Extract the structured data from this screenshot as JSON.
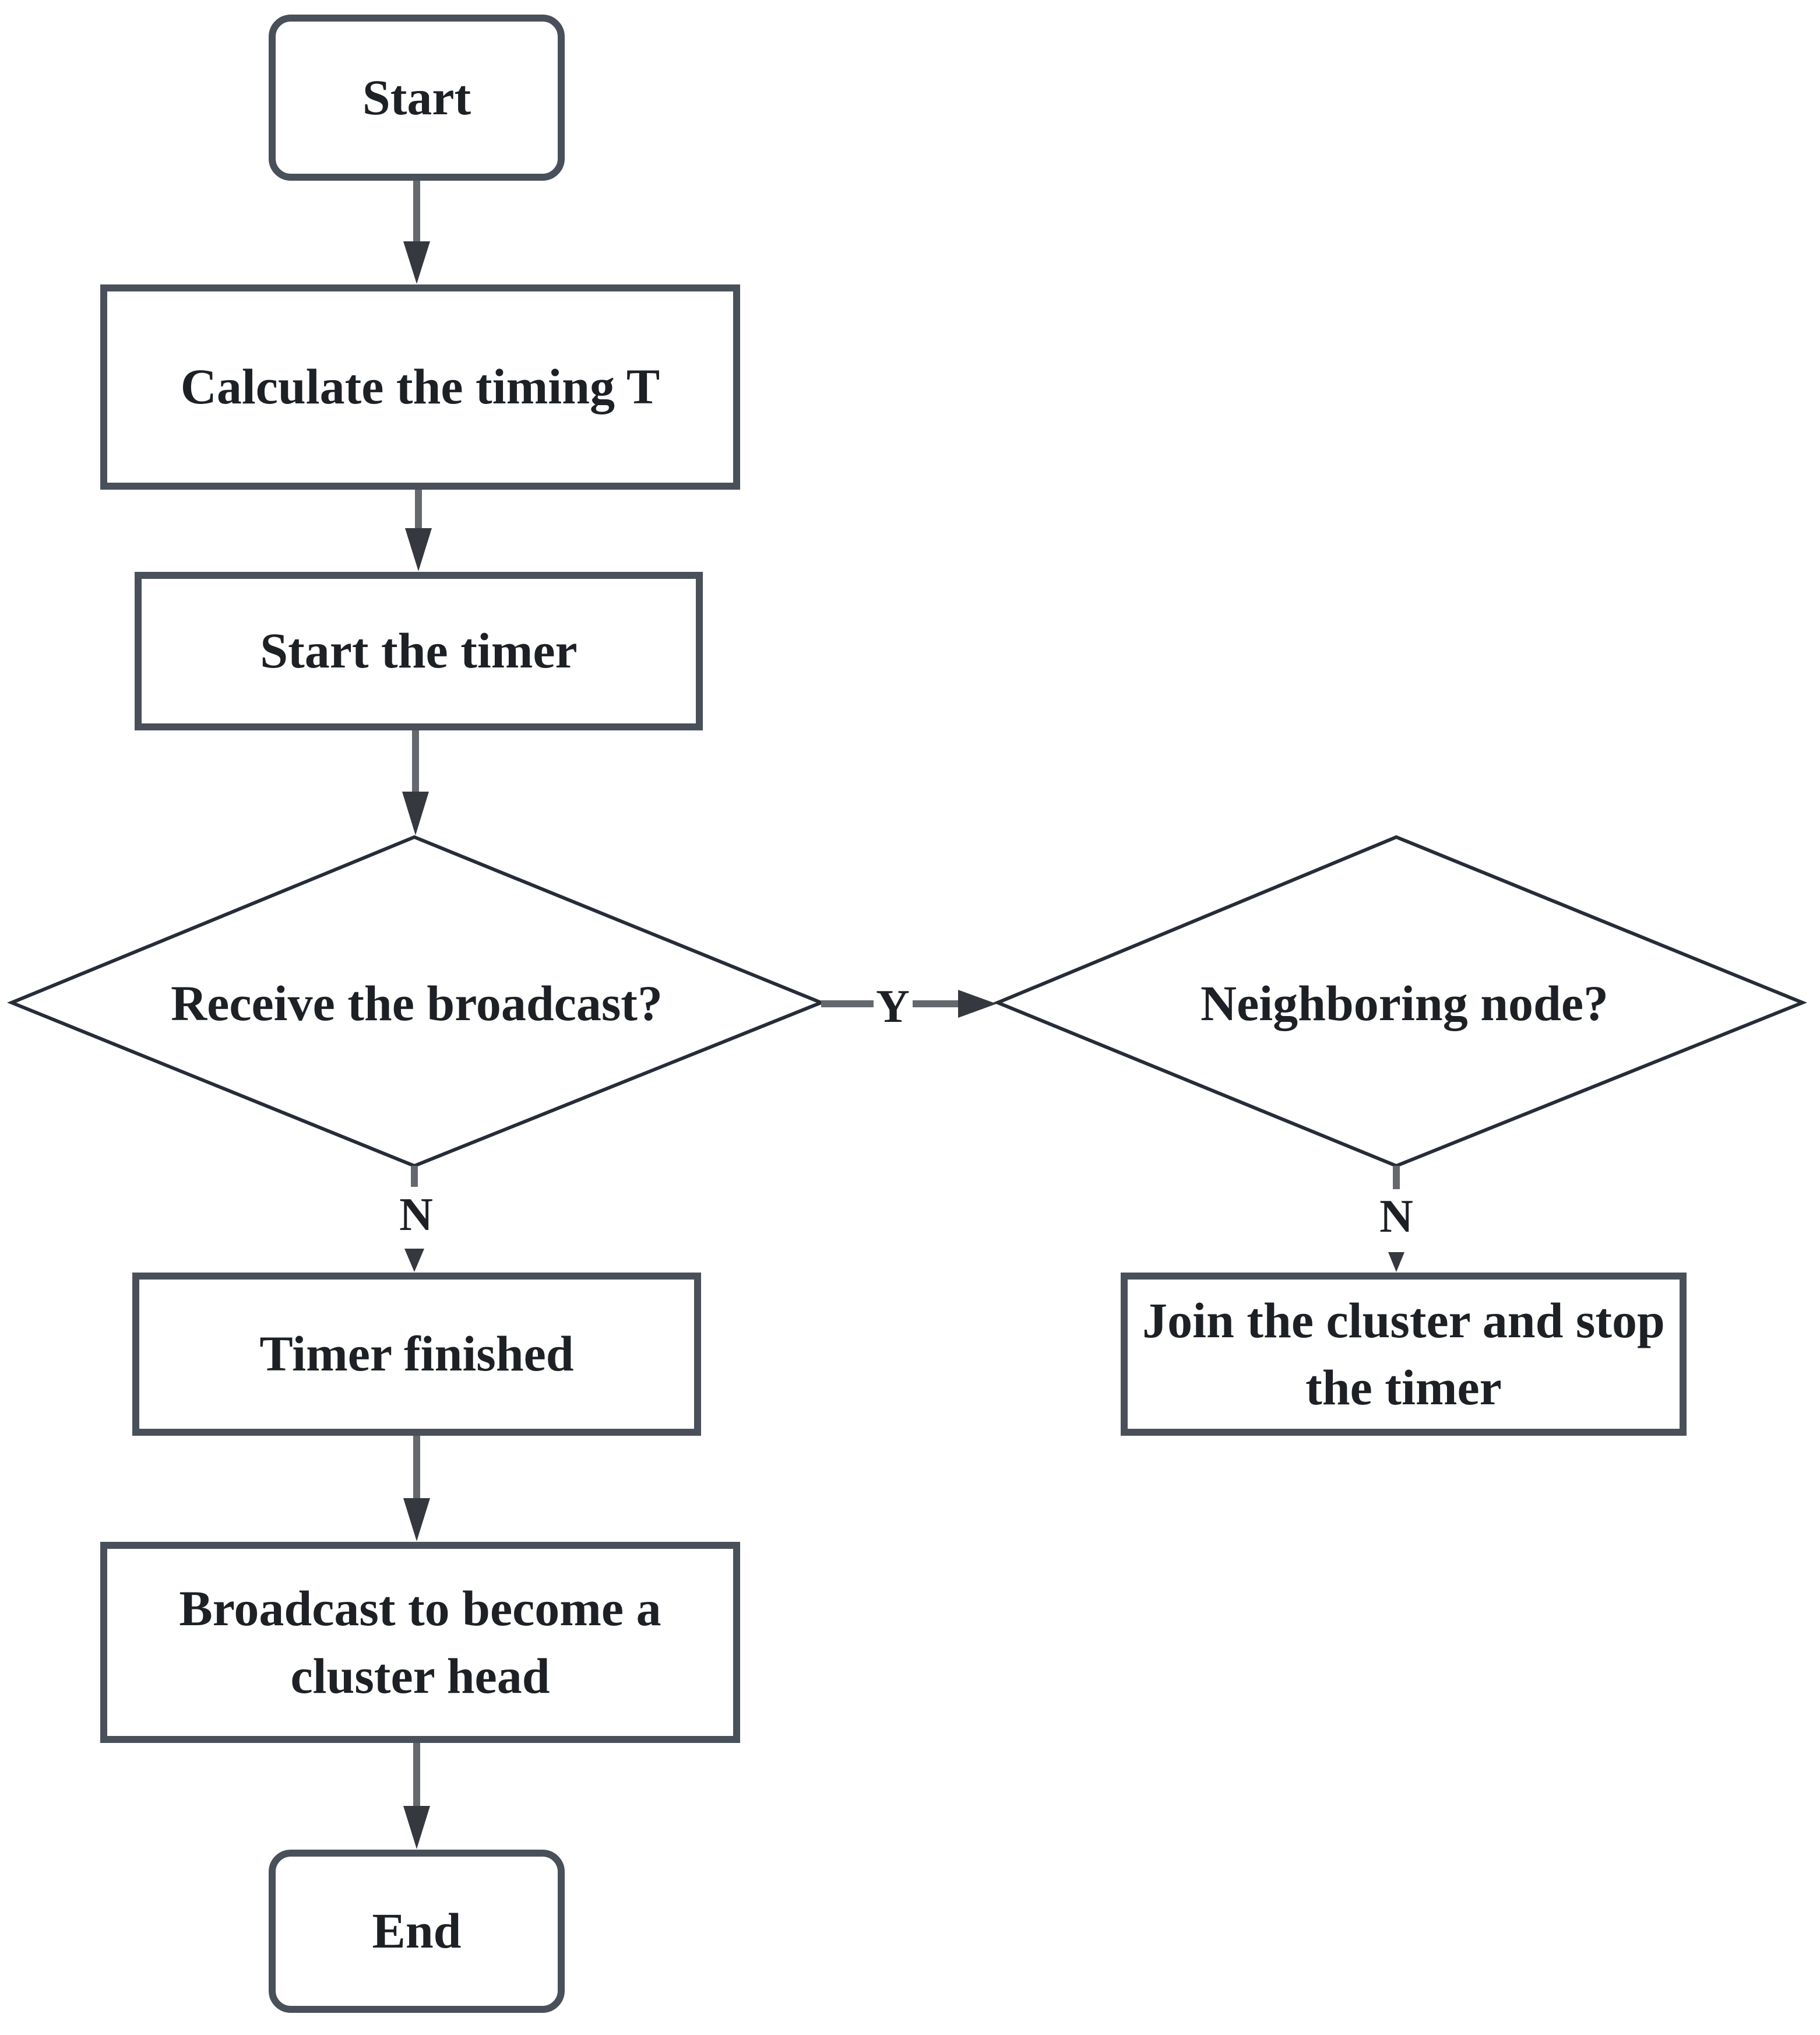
{
  "figure_type": "flowchart",
  "colors": {
    "background": "#ffffff",
    "box_border": "#495059",
    "diamond_border": "#262d38",
    "connector": "#65696e",
    "arrowhead": "#35393f",
    "text": "#1d2125"
  },
  "nodes": {
    "start": {
      "label": "Start",
      "shape": "rounded-rect"
    },
    "calculate": {
      "label": "Calculate the timing T",
      "shape": "rect"
    },
    "start_timer": {
      "label": "Start the timer",
      "shape": "rect"
    },
    "receive": {
      "label": "Receive the broadcast?",
      "shape": "diamond"
    },
    "neighboring": {
      "label": "Neighboring node?",
      "shape": "diamond"
    },
    "timer_finished": {
      "label": "Timer finished",
      "shape": "rect"
    },
    "broadcast": {
      "label": "Broadcast to become a cluster head",
      "shape": "rect"
    },
    "join": {
      "label": "Join the cluster and stop the timer",
      "shape": "rect"
    },
    "end": {
      "label": "End",
      "shape": "rounded-rect"
    }
  },
  "edges": [
    {
      "from": "start",
      "to": "calculate",
      "label": ""
    },
    {
      "from": "calculate",
      "to": "start_timer",
      "label": ""
    },
    {
      "from": "start_timer",
      "to": "receive",
      "label": ""
    },
    {
      "from": "receive",
      "to": "neighboring",
      "label": "Y"
    },
    {
      "from": "receive",
      "to": "timer_finished",
      "label": "N"
    },
    {
      "from": "neighboring",
      "to": "join",
      "label": "N"
    },
    {
      "from": "timer_finished",
      "to": "broadcast",
      "label": ""
    },
    {
      "from": "broadcast",
      "to": "end",
      "label": ""
    }
  ],
  "edge_labels": {
    "receive_yes": "Y",
    "receive_no": "N",
    "neighboring_no": "N"
  }
}
